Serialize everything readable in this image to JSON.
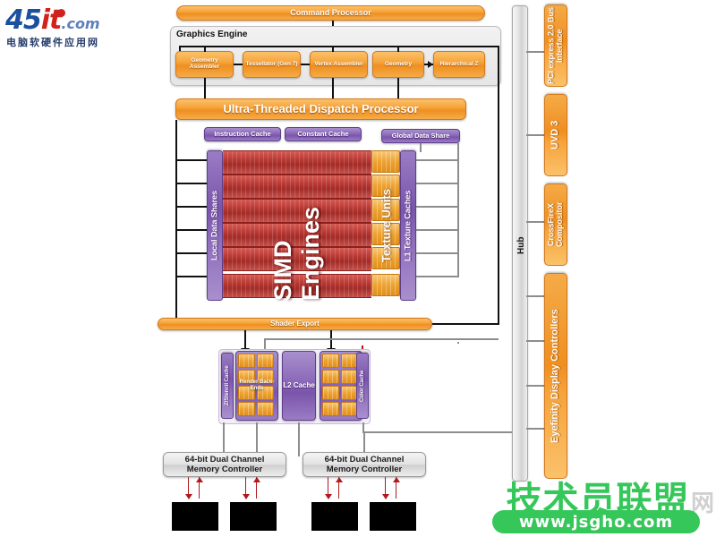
{
  "site": {
    "logo_text_1": "45",
    "logo_text_2": "it",
    "logo_dotcom": ".com",
    "logo_subtitle": "电脑软硬件应用网"
  },
  "watermark": {
    "chinese": "技术员联盟",
    "url": "www.jsgho.com",
    "ghost": "网"
  },
  "diagram": {
    "command_processor": "Command Processor",
    "graphics_engine": "Graphics Engine",
    "front_end_blocks": [
      "Geometry Assembler",
      "Tessellator (Gen 7)",
      "Vertex Assembler",
      "Geometry",
      "Hierarchical Z"
    ],
    "dispatch_processor": "Ultra-Threaded Dispatch Processor",
    "instruction_cache": "Instruction Cache",
    "constant_cache": "Constant Cache",
    "global_data_share": "Global Data Share",
    "local_data_shares": "Local Data Shares",
    "simd_engines": "SIMD Engines",
    "texture_units": "Texture Units",
    "l1_texture_caches": "L1 Texture Caches",
    "shader_export": "Shader Export",
    "z_stencil_cache": "Z/Stencil Cache",
    "render_back_ends": "Render Back-Ends",
    "l2_cache": "L2 Cache",
    "color_cache": "Color Cache",
    "memory_controllers": [
      "64-bit Dual Channel Memory Controller",
      "64-bit Dual Channel Memory Controller"
    ],
    "memory_controller_line1": "64-bit Dual Channel",
    "memory_controller_line2": "Memory Controller",
    "hub": "Hub",
    "side_blocks": [
      "PCI express 2.0 Bus Interface",
      "UVD 3",
      "CrossFireX Compositor",
      "Eyefinity Display Controllers"
    ],
    "simd_row_count": 6,
    "colors": {
      "orange": "#ef8f20",
      "purple": "#7a55ab",
      "red": "#a32b27",
      "gray": "#cfcfcf",
      "arrow_red": "#b2191d",
      "watermark_green": "#35c75a",
      "logo_blue": "#1b4fa0"
    }
  }
}
